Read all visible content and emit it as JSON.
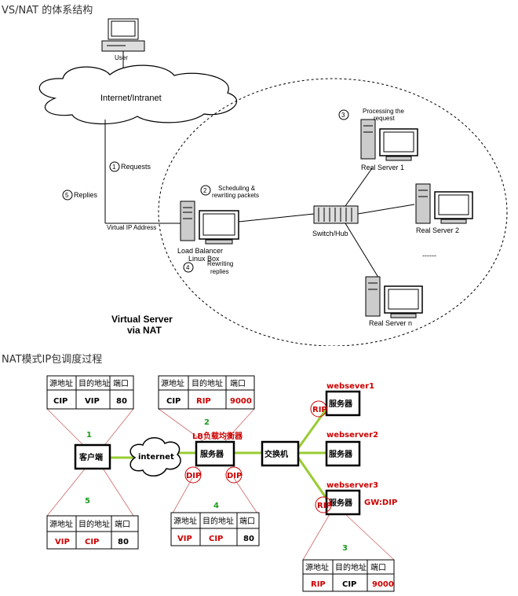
{
  "section1": {
    "heading": "VS/NAT 的体系结构",
    "user": "User",
    "internet": "Internet/Intranet",
    "steps": {
      "s1": {
        "num": "1",
        "label": "Requests"
      },
      "s2": {
        "num": "2",
        "line1": "Scheduling &",
        "line2": "rewriting packets"
      },
      "s3": {
        "num": "3",
        "line1": "Processing the",
        "line2": "request"
      },
      "s4": {
        "num": "4",
        "line1": "Rewriting",
        "line2": "replies"
      },
      "s5": {
        "num": "5",
        "label": "Replies"
      }
    },
    "vip_address": "Virtual IP Address",
    "lb": {
      "line1": "Load Balancer",
      "line2": "Linux Box"
    },
    "switch": "Switch/Hub",
    "rs1": "Real Server 1",
    "rs2": "Real Server 2",
    "rsn": "Real Server n",
    "ellipsis": "------",
    "caption": {
      "line1": "Virtual Server",
      "line2": "via NAT"
    }
  },
  "section2": {
    "heading": "NAT模式IP包调度过程",
    "headers": {
      "src": "源地址",
      "dst": "目的地址",
      "port": "端口"
    },
    "tables": {
      "t1": {
        "src": "CIP",
        "dst": "VIP",
        "port": "80"
      },
      "t2": {
        "src": "CIP",
        "dst": "RIP",
        "port": "9000"
      },
      "t3": {
        "src": "RIP",
        "dst": "CIP",
        "port": "9000"
      },
      "t4": {
        "src": "VIP",
        "dst": "CIP",
        "port": "80"
      },
      "t5": {
        "src": "VIP",
        "dst": "CIP",
        "port": "80"
      }
    },
    "step_nums": {
      "n1": "1",
      "n2": "2",
      "n3": "3",
      "n4": "4",
      "n5": "5"
    },
    "client": "客户端",
    "internet": "internet",
    "lb_title": "LB负载均衡器",
    "server": "服务器",
    "switch": "交换机",
    "ws1": "websever1",
    "ws2": "webserver2",
    "ws3": "webserver3",
    "gw": "GW:DIP",
    "rip": "RIP",
    "dip": "DIP",
    "colors": {
      "red": "#cc0000",
      "green": "#1a9c1a",
      "line": "#99cc33"
    }
  }
}
